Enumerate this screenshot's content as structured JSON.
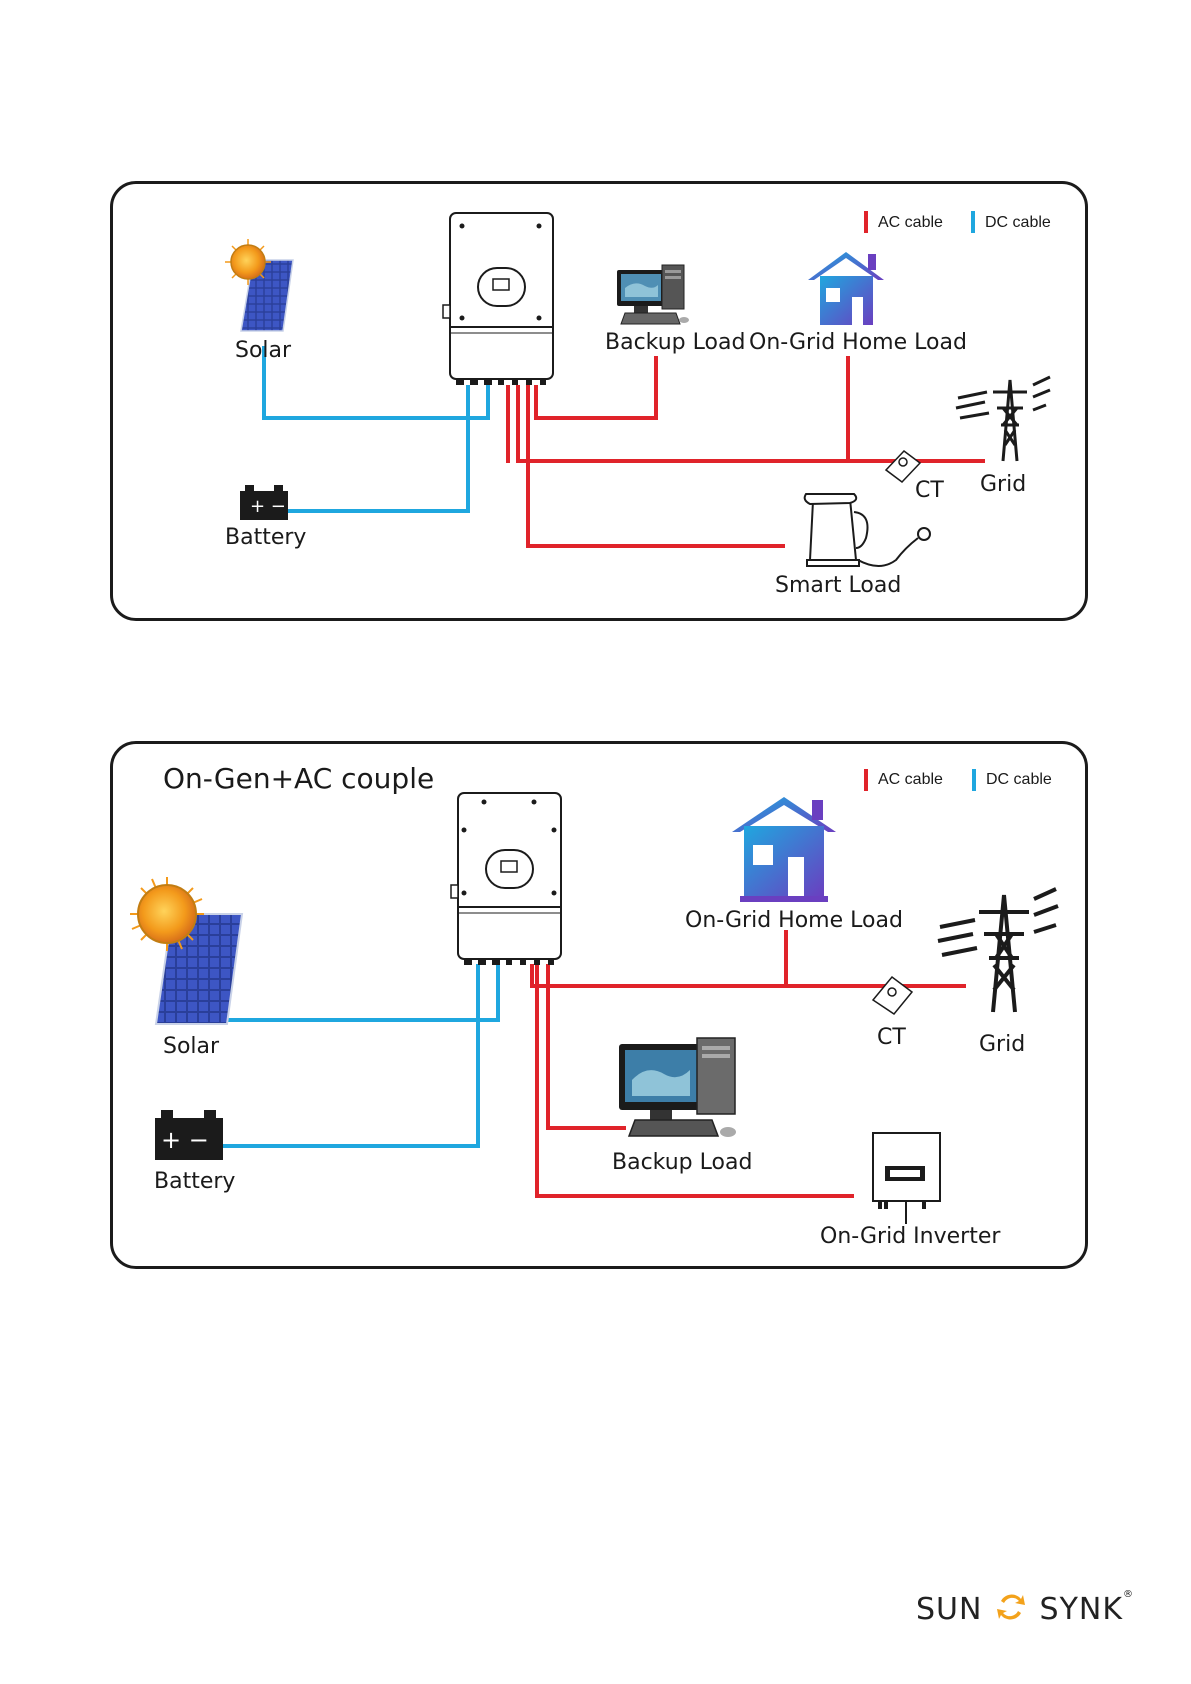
{
  "colors": {
    "ac_cable": "#e0232a",
    "dc_cable": "#1fa7df",
    "border": "#1b1b1b",
    "brand_accent": "#f3a21b"
  },
  "legend": {
    "ac": "AC cable",
    "dc": "DC cable"
  },
  "diagram1": {
    "labels": {
      "solar": "Solar",
      "battery": "Battery",
      "backup_load": "Backup Load",
      "home_load": "On-Grid Home Load",
      "ct": "CT",
      "grid": "Grid",
      "smart_load": "Smart Load"
    }
  },
  "diagram2": {
    "title": "On-Gen+AC couple",
    "labels": {
      "solar": "Solar",
      "battery": "Battery",
      "backup_load": "Backup Load",
      "home_load": "On-Grid Home Load",
      "ct": "CT",
      "grid": "Grid",
      "ongrid_inverter": "On-Grid Inverter"
    }
  },
  "brand": {
    "left": "SUN",
    "right": "SYNK",
    "mark": "®"
  }
}
